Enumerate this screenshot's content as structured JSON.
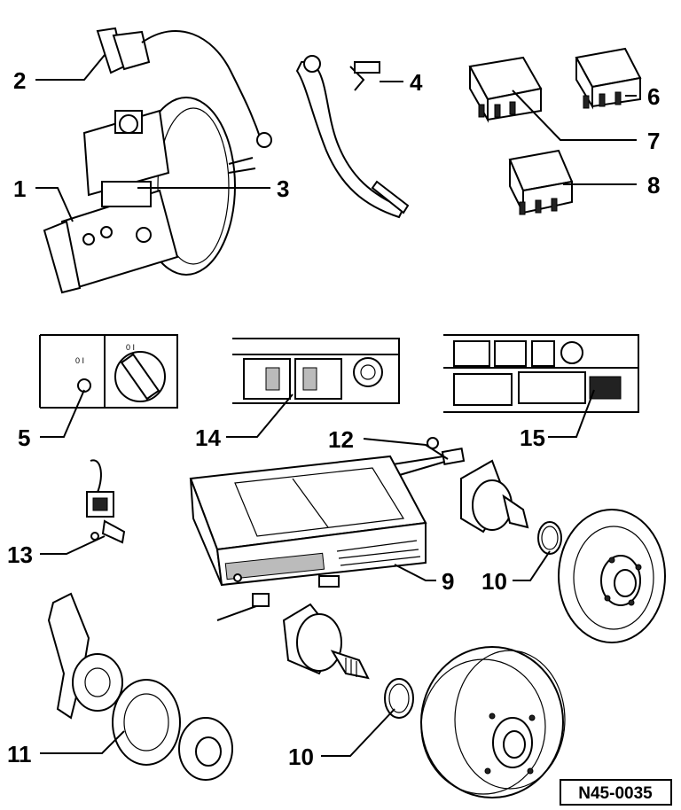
{
  "callouts": {
    "c1": "1",
    "c2": "2",
    "c3": "3",
    "c4": "4",
    "c5": "5",
    "c6": "6",
    "c7": "7",
    "c8": "8",
    "c9": "9",
    "c10a": "10",
    "c10b": "10",
    "c11": "11",
    "c12": "12",
    "c13": "13",
    "c14": "14",
    "c15": "15"
  },
  "figure_ref": "N45-0035",
  "figure_label": "",
  "small_text": {
    "switch_label": "0 I",
    "knob_label": "0 I"
  }
}
